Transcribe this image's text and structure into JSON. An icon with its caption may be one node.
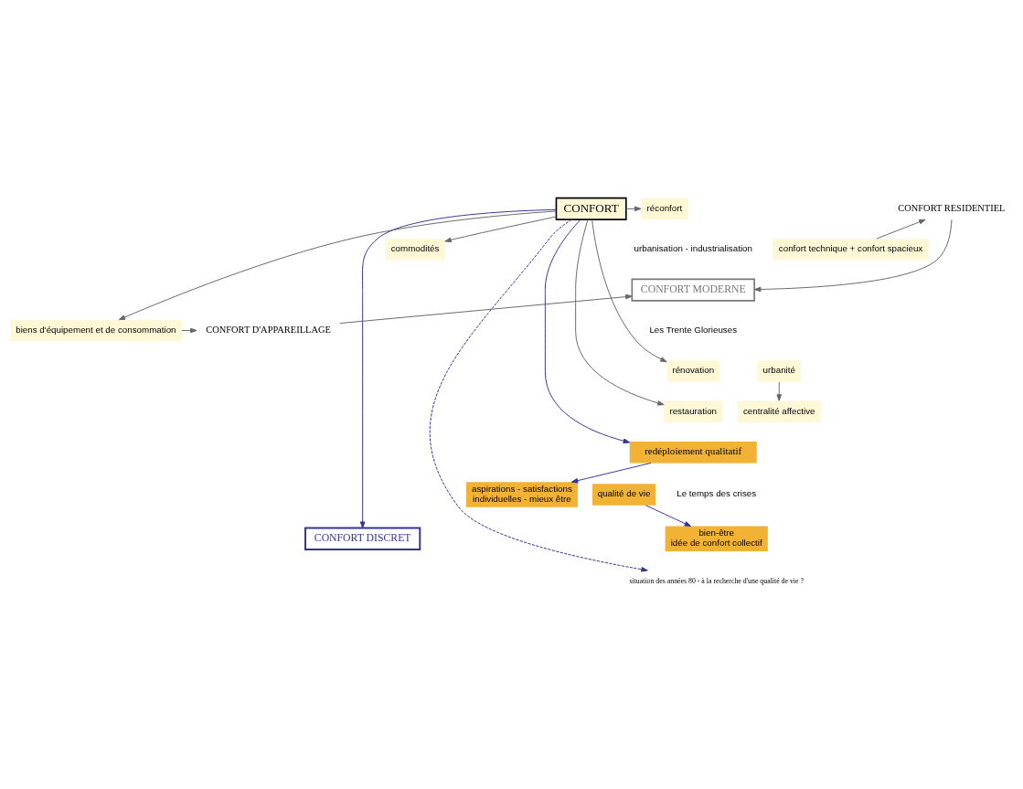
{
  "diagram": {
    "nodes": [
      {
        "text": [
          "CONFORT"
        ]
      },
      {
        "text": [
          "réconfort"
        ]
      },
      {
        "text": [
          "commodités"
        ]
      },
      {
        "text": [
          "confort technique + confort spacieux"
        ]
      },
      {
        "text": [
          "CONFORT RESIDENTIEL"
        ]
      },
      {
        "text": [
          "CONFORT MODERNE"
        ]
      },
      {
        "text": [
          "biens d'équipement et de consommation"
        ]
      },
      {
        "text": [
          "CONFORT D'APPAREILLAGE"
        ]
      },
      {
        "text": [
          "rénovation"
        ]
      },
      {
        "text": [
          "restauration"
        ]
      },
      {
        "text": [
          "urbanité"
        ]
      },
      {
        "text": [
          "centralité affective"
        ]
      },
      {
        "text": [
          "redéploiement qualitatif"
        ]
      },
      {
        "text": [
          "qualité de vie"
        ]
      },
      {
        "text": [
          "aspirations - satisfactions",
          "individuelles - mieux être"
        ]
      },
      {
        "text": [
          "bien-être",
          "idée de confort collectif"
        ]
      },
      {
        "text": [
          "CONFORT DISCRET"
        ]
      },
      {
        "text": [
          "situation des années 80 - à la recherche d'une qualité de vie ?"
        ]
      }
    ],
    "edges": [
      {
        "from": 0,
        "to": 1,
        "arrow": "to"
      },
      {
        "from": 0,
        "to": 2,
        "arrow": "to"
      },
      {
        "from": 3,
        "to": 4,
        "arrow": "to"
      },
      {
        "from": 4,
        "to": 5,
        "arrow": "to"
      },
      {
        "from": 0,
        "to": 6,
        "arrow": "to"
      },
      {
        "from": 6,
        "to": 7,
        "arrow": "to"
      },
      {
        "from": 7,
        "to": 5,
        "arrow": "to"
      },
      {
        "from": 0,
        "to": 8,
        "arrow": "to"
      },
      {
        "from": 0,
        "to": 9,
        "arrow": "to"
      },
      {
        "from": 10,
        "to": 11,
        "arrow": "to"
      },
      {
        "from": 0,
        "to": 12,
        "arrow": "to",
        "color": "#333399"
      },
      {
        "from": 12,
        "to": 14,
        "arrow": "to",
        "color": "#333399"
      },
      {
        "from": 13,
        "to": 15,
        "arrow": "to",
        "color": "#333399"
      },
      {
        "from": 0,
        "to": 16,
        "arrow": "to",
        "color": "#333399"
      },
      {
        "from": 0,
        "to": 17,
        "arrow": "to",
        "style": "dashed",
        "color": "#333399"
      }
    ],
    "labels": [
      "urbanisation - industrialisation",
      "Les Trente Glorieuses",
      "Le temps des crises"
    ]
  }
}
